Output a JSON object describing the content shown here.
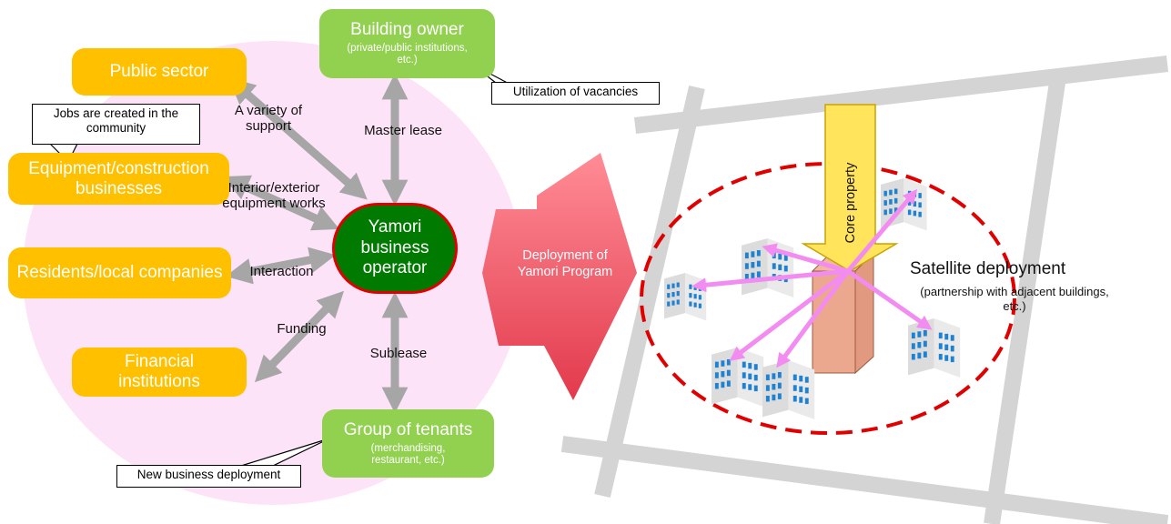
{
  "actors": {
    "public_sector": "Public sector",
    "building_owner": {
      "title": "Building owner",
      "subtitle": "(private/public institutions, etc.)"
    },
    "equipment": "Equipment/construction businesses",
    "residents": "Residents/local companies",
    "financial": "Financial institutions",
    "tenants": {
      "title": "Group of tenants",
      "subtitle": "(merchandising, restaurant, etc.)"
    }
  },
  "operator": [
    "Yamori",
    "business",
    "operator"
  ],
  "relations": {
    "support": "A variety of support",
    "master_lease": "Master lease",
    "works": "Interior/exterior equipment works",
    "interaction": "Interaction",
    "funding": "Funding",
    "sublease": "Sublease"
  },
  "callouts": {
    "vacancies": "Utilization of vacancies",
    "jobs": "Jobs are created in the community",
    "new_business": "New business deployment"
  },
  "deployment": "Deployment of Yamori Program",
  "core_property": "Core property",
  "satellite": {
    "title": "Satellite deployment",
    "subtitle": "(partnership with adjacent buildings, etc.)"
  },
  "colors": {
    "ellipse": "#fde3f7",
    "actor_orange": "#ffc000",
    "actor_green": "#92d050",
    "operator_fill": "#007a00",
    "operator_border": "#e00000",
    "arrow_gray": "#a6a6a6",
    "deploy_arrow": "#f05a6a",
    "core_arrow": "#ffe45c",
    "link_pink": "#f28cf0",
    "boundary_red": "#e00000"
  }
}
